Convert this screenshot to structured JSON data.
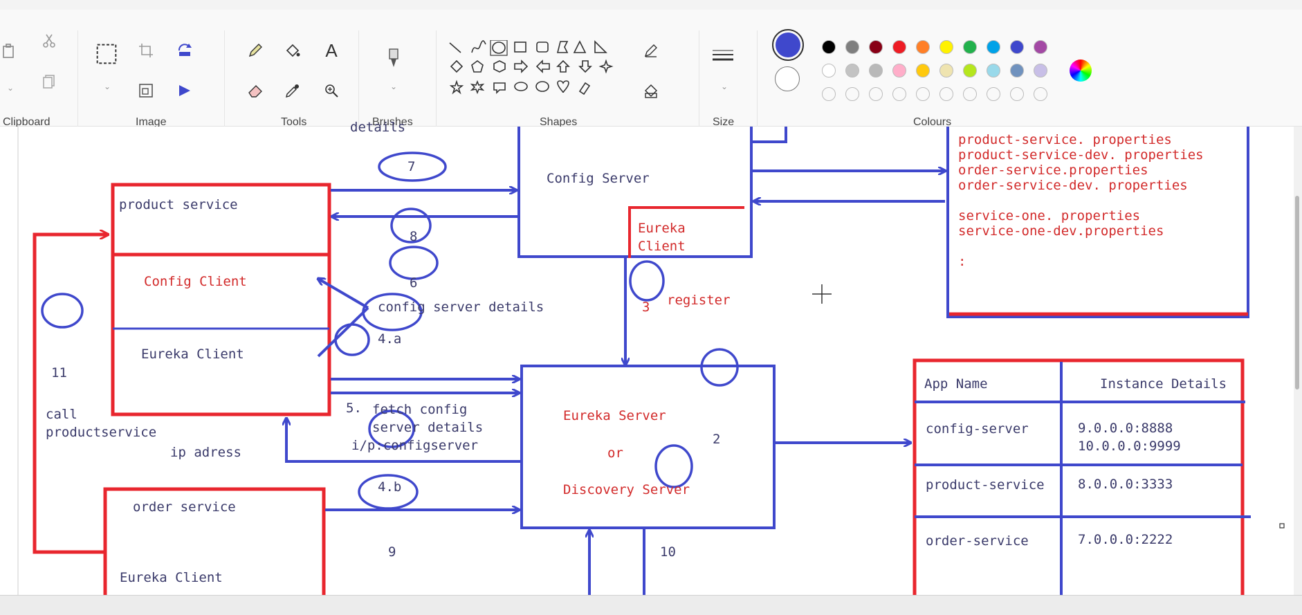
{
  "ribbon": {
    "groups": {
      "clipboard": "Clipboard",
      "image": "Image",
      "tools": "Tools",
      "brushes": "Brushes",
      "shapes": "Shapes",
      "size": "Size",
      "colours": "Colours"
    },
    "text_tool": "A",
    "colours_row1": [
      "#000000",
      "#7f7f7f",
      "#880015",
      "#ed1c24",
      "#ff7f27",
      "#fff200",
      "#22b14c",
      "#00a2e8",
      "#3f48cc",
      "#a349a4"
    ],
    "colours_row2": [
      "#ffffff",
      "#c3c3c3",
      "#b9b9b9",
      "#ffaec9",
      "#ffc90e",
      "#efe4b0",
      "#b5e61d",
      "#99d9ea",
      "#7092be",
      "#c8bfe7"
    ],
    "primary_colour": "#3f48cc",
    "secondary_colour": "#ffffff"
  },
  "diagram": {
    "top_cut_text": "details",
    "config_server": "Config Server",
    "eureka_client_cs_line1": "Eureka",
    "eureka_client_cs_line2": "Client",
    "product_service": "product service",
    "config_client": "Config Client",
    "eureka_client_ps": "Eureka Client",
    "order_service": "order service",
    "eureka_client_os": "Eureka Client",
    "eureka_server": "Eureka Server",
    "or": "or",
    "discovery_server": "Discovery Server",
    "step7": "7",
    "step8": "8",
    "step6": "6",
    "step6_label": "config server details",
    "step4a": "4.a",
    "step3": "3",
    "step3_label": "register",
    "step5": "5.",
    "step5_line1": "fetch config",
    "step5_line2": "server details",
    "step5_line3": "i/p:configserver",
    "step4b": "4.b",
    "step2": "2",
    "step9": "9",
    "step10": "10",
    "step11": "11",
    "call_line1": "call",
    "call_line2": "productservice",
    "ip_address": "ip adress",
    "properties_files": [
      "product-service. properties",
      "product-service-dev. properties",
      "order-service.properties",
      "order-service-dev. properties",
      "",
      "service-one. properties",
      "service-one-dev.properties",
      "",
      ":"
    ],
    "registry": {
      "col_app": "App Name",
      "col_instance": "Instance Details",
      "rows": [
        {
          "app": "config-server",
          "instance1": "9.0.0.0:8888",
          "instance2": "10.0.0.0:9999"
        },
        {
          "app": "product-service",
          "instance1": "8.0.0.0:3333",
          "instance2": ""
        },
        {
          "app": "order-service",
          "instance1": "7.0.0.0:2222",
          "instance2": ""
        }
      ]
    }
  }
}
